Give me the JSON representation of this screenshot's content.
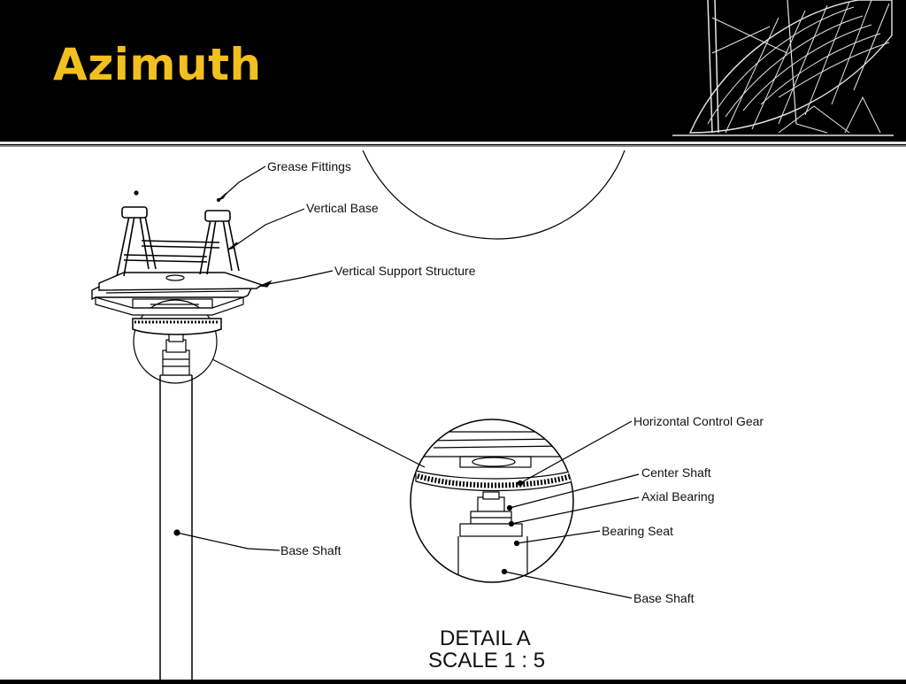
{
  "slide": {
    "title": "Azimuth"
  },
  "labels": {
    "grease_fittings": "Grease Fittings",
    "vertical_base": "Vertical Base",
    "vertical_support_structure": "Vertical Support Structure",
    "base_shaft_main": "Base Shaft",
    "horizontal_control_gear": "Horizontal Control Gear",
    "center_shaft": "Center Shaft",
    "axial_bearing": "Axial Bearing",
    "bearing_seat": "Bearing Seat",
    "base_shaft_detail": "Base Shaft"
  },
  "caption": {
    "line1": "DETAIL A",
    "line2": "SCALE 1 : 5"
  },
  "icons": {
    "header_graphic": "radio-dish-wireframe-icon"
  },
  "colors": {
    "title": "#f2c01e",
    "header_bg": "#000000",
    "drawing_bg": "#ffffff"
  }
}
